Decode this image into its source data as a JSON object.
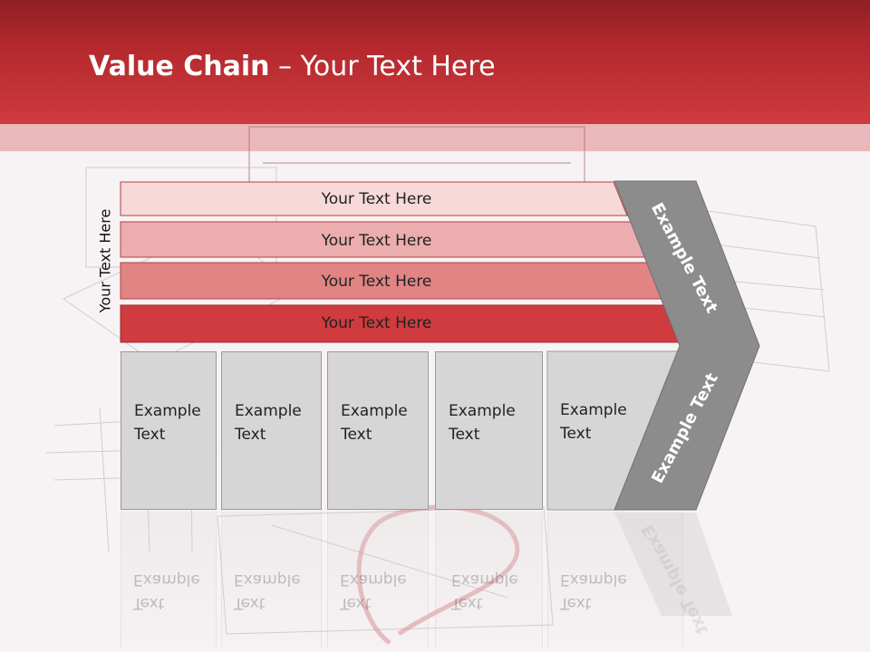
{
  "title": {
    "bold": "Value Chain",
    "rest": " – Your Text Here"
  },
  "side_label": "Your Text Here",
  "bars": [
    {
      "label": "Your Text Here",
      "color": "#f7d9da"
    },
    {
      "label": "Your Text Here",
      "color": "#ecadae"
    },
    {
      "label": "Your Text Here",
      "color": "#e18484"
    },
    {
      "label": "Your Text Here",
      "color": "#cf3b3f"
    }
  ],
  "boxes": [
    {
      "line1": "Example",
      "line2": "Text"
    },
    {
      "line1": "Example",
      "line2": "Text"
    },
    {
      "line1": "Example",
      "line2": "Text"
    },
    {
      "line1": "Example",
      "line2": "Text"
    },
    {
      "line1": "Example",
      "line2": "Text"
    }
  ],
  "arrow_upper": "Example Text",
  "arrow_lower": "Example Text",
  "colors": {
    "header": "#b3282d",
    "arrow": "#8c8c8c",
    "box": "#d6d6d6"
  }
}
